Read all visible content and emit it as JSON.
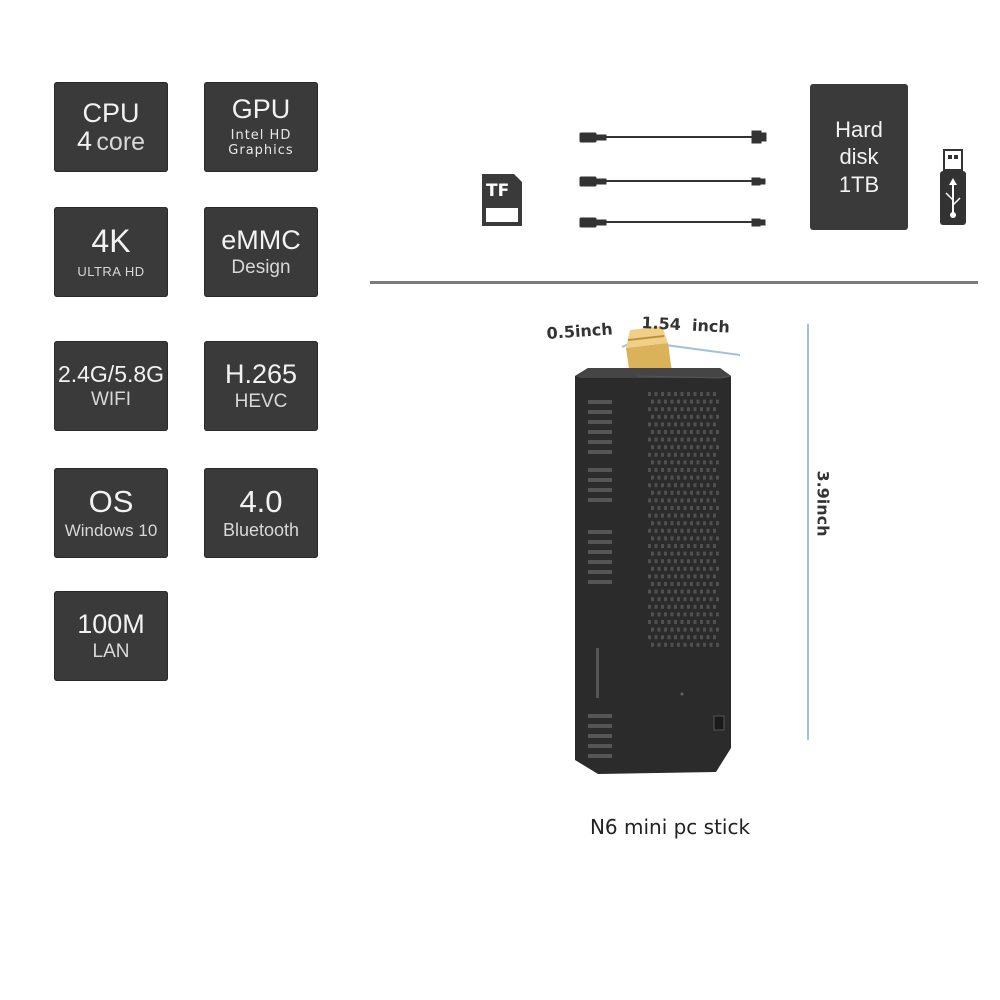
{
  "specs": [
    {
      "id": "cpu",
      "line1": "CPU",
      "line2_num": "4",
      "line2_word": "core"
    },
    {
      "id": "gpu",
      "line1": "GPU",
      "line2a": "Intel HD",
      "line2b": "Graphics"
    },
    {
      "id": "4k",
      "line1": "4K",
      "line2": "ULTRA HD"
    },
    {
      "id": "emmc",
      "line1": "eMMC",
      "line2": "Design"
    },
    {
      "id": "wifi",
      "line1": "2.4G/5.8G",
      "line2": "WIFI"
    },
    {
      "id": "hevc",
      "line1": "H.265",
      "line2": "HEVC"
    },
    {
      "id": "os",
      "line1": "OS",
      "line2": "Windows 10"
    },
    {
      "id": "bt",
      "line1": "4.0",
      "line2": "Bluetooth"
    },
    {
      "id": "lan",
      "line1": "100M",
      "line2": "LAN"
    }
  ],
  "storage": {
    "tf_label": "TF",
    "hdd_line1": "Hard",
    "hdd_line2": "disk",
    "hdd_line3": "1TB"
  },
  "dimensions": {
    "depth": "0.5inch",
    "width": "1.54  inch",
    "height": "3.9inch"
  },
  "caption": "N6 mini pc stick",
  "colors": {
    "tile_bg": "#3a3a3a",
    "device_body": "#2b2b2b",
    "hdmi_gold": "#d9b25a",
    "dimension_line": "#9fc3d8"
  }
}
